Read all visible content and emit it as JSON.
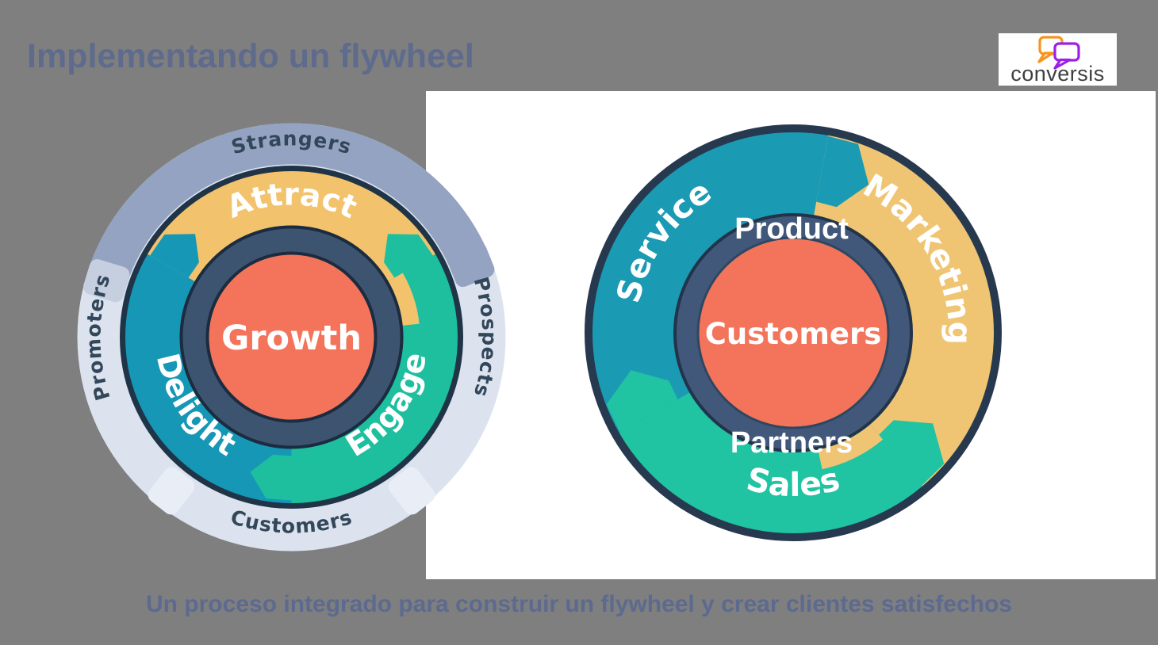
{
  "slide": {
    "title": "Implementando un flywheel",
    "caption": "Un proceso integrado para construir un flywheel y crear clientes satisfechos",
    "background_color": "#7f7f7f",
    "title_color": "#5e6b8d",
    "panel_color": "#ffffff"
  },
  "logo": {
    "brand": "conversis",
    "text_color": "#3f3f3f",
    "bubble_orange": "#f7941e",
    "bubble_purple": "#9c20e8"
  },
  "left_flywheel": {
    "center_label": "Growth",
    "center_color": "#f3745b",
    "ring_color_light": "#dce3ef",
    "ring_color_dark": "#94a3c1",
    "navy": "#203448",
    "inner_ring_color": "#3d5470",
    "ring_label_color": "#33475b",
    "segments": [
      {
        "label": "Attract",
        "color": "#f2c36c"
      },
      {
        "label": "Engage",
        "color": "#1dbf9e"
      },
      {
        "label": "Delight",
        "color": "#1697b6"
      }
    ],
    "ring_labels": [
      "Strangers",
      "Prospects",
      "Customers",
      "Promoters"
    ]
  },
  "right_flywheel": {
    "center_label": "Customers",
    "center_color": "#f3745b",
    "outline_color": "#27394f",
    "inner_ring_color": "#42587a",
    "label_color": "#ffffff",
    "segments": [
      {
        "label": "Service",
        "color": "#1b9ab4"
      },
      {
        "label": "Marketing",
        "color": "#efc573"
      },
      {
        "label": "Sales",
        "color": "#20c3a2"
      }
    ],
    "overlay_top": "Product",
    "overlay_bottom": "Partners"
  }
}
